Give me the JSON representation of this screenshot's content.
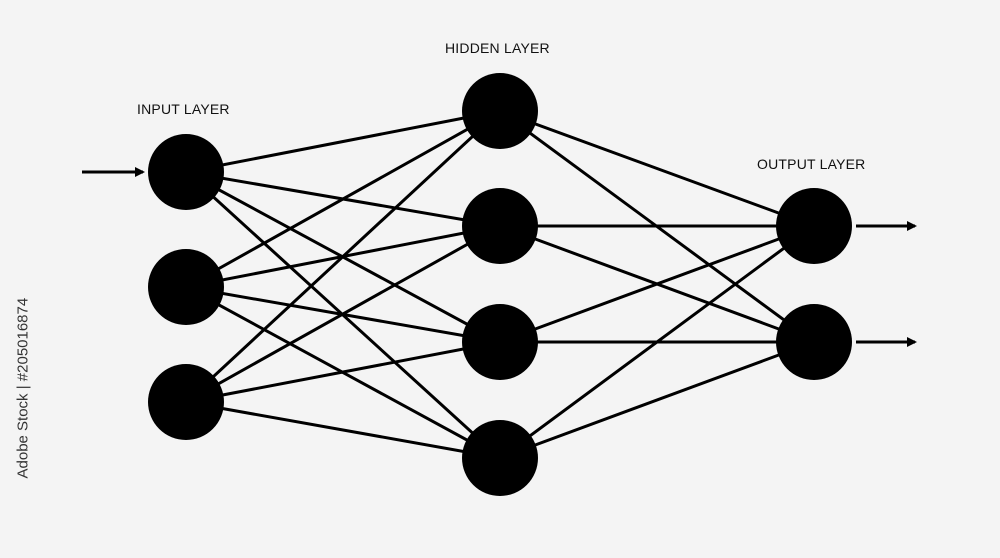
{
  "diagram": {
    "layers": [
      {
        "label": "INPUT LAYER",
        "nodes": 3
      },
      {
        "label": "HIDDEN LAYER",
        "nodes": 4
      },
      {
        "label": "OUTPUT LAYER",
        "nodes": 2
      }
    ],
    "connections": "fully-connected",
    "input_arrows": 1,
    "output_arrows": 2,
    "colors": {
      "background": "#f4f4f4",
      "node": "#000000",
      "edge": "#000000",
      "text": "#111111"
    }
  },
  "watermark": {
    "text": "Adobe Stock | #205016874"
  }
}
